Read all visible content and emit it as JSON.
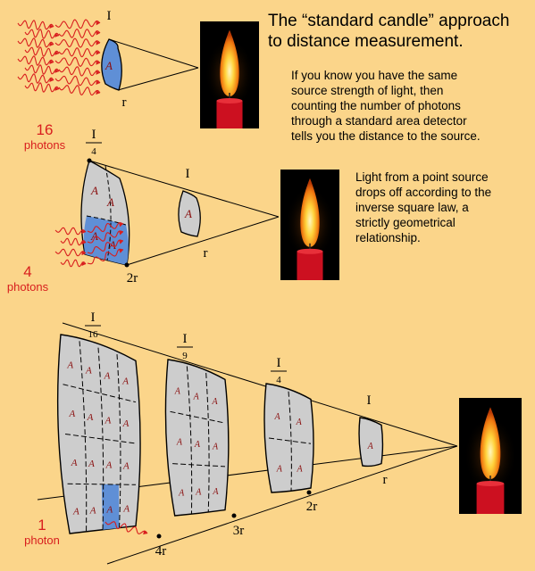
{
  "title": "The “standard candle” approach\nto distance measurement.",
  "paragraph1": "If you know you have the same\nsource strength of light, then\ncounting the number of photons\nthrough a standard area detector\ntells you the distance to the source.",
  "paragraph2": "Light from a point source\ndrops off according to the\ninverse square law, a\nstrictly geometrical\nrelationship.",
  "photon_counts": [
    {
      "count": "16",
      "unit": "photons"
    },
    {
      "count": "4",
      "unit": "photons"
    },
    {
      "count": "1",
      "unit": "photon"
    }
  ],
  "intensity_symbol": "I",
  "intensity_denominators": [
    "4",
    "9",
    "16"
  ],
  "distance_labels": [
    "r",
    "2r",
    "3r",
    "4r"
  ],
  "area_symbol": "A",
  "colors": {
    "background": "#fbd58a",
    "detector": "#5f8fd6",
    "panel": "#cdcdcd",
    "photons": "#d81e1e",
    "flame_outer": "#f07a10",
    "flame_core": "#fff6c0",
    "candle_wax": "#cc1020"
  },
  "icons": [
    "candle-flame-icon",
    "photon-wave-icon"
  ]
}
